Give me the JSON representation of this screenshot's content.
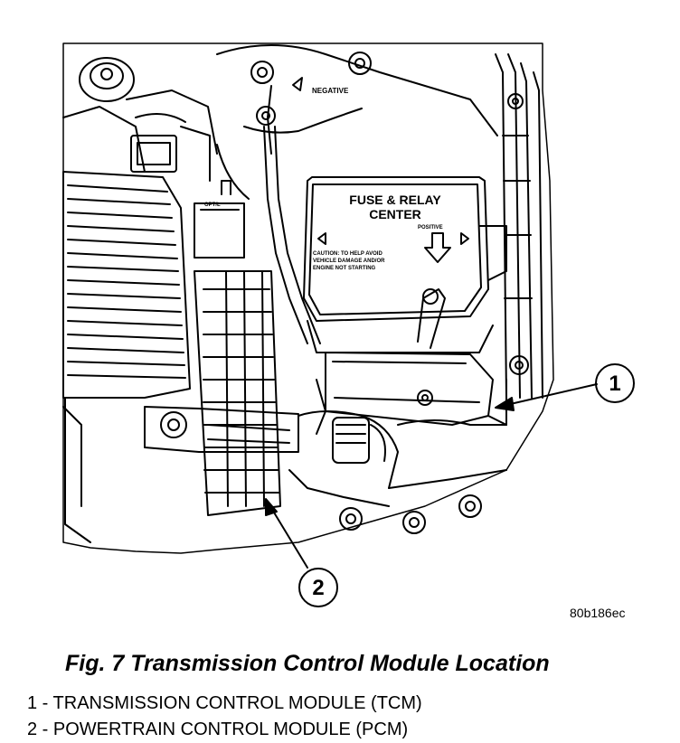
{
  "diagram": {
    "labels": {
      "negative": "NEGATIVE",
      "fuse_title_1": "FUSE & RELAY",
      "fuse_title_2": "CENTER",
      "positive": "POSITIVE",
      "caution_1": "CAUTION: TO HELP AVOID",
      "caution_2": "VEHICLE DAMAGE AND/OR",
      "caution_3": "ENGINE NOT STARTING",
      "connector_tag": "OPT/L"
    },
    "callouts": [
      {
        "number": "1"
      },
      {
        "number": "2"
      }
    ],
    "reference_code": "80b186ec"
  },
  "caption": "Fig. 7 Transmission Control Module Location",
  "legend": [
    "1 - TRANSMISSION CONTROL MODULE (TCM)",
    "2 - POWERTRAIN CONTROL MODULE (PCM)"
  ]
}
